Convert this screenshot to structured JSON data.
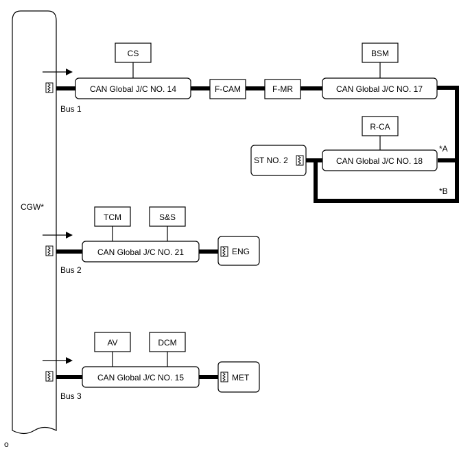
{
  "gateway": {
    "label": "CGW*"
  },
  "buses": [
    {
      "label": "Bus 1"
    },
    {
      "label": "Bus 2"
    },
    {
      "label": "Bus 3"
    }
  ],
  "junctions": {
    "jc14": "CAN Global J/C NO. 14",
    "jc17": "CAN Global J/C NO. 17",
    "jc18": "CAN Global J/C NO. 18",
    "jc21": "CAN Global J/C NO. 21",
    "jc15": "CAN Global J/C NO. 15"
  },
  "ecus": {
    "cs": "CS",
    "bsm": "BSM",
    "rca": "R-CA",
    "fcam": "F-CAM",
    "fmr": "F-MR",
    "st2": "ST NO. 2",
    "tcm": "TCM",
    "ss": "S&S",
    "eng": "ENG",
    "av": "AV",
    "dcm": "DCM",
    "met": "MET"
  },
  "markers": {
    "a": "*A",
    "b": "*B"
  },
  "footer": {
    "code": "o"
  }
}
